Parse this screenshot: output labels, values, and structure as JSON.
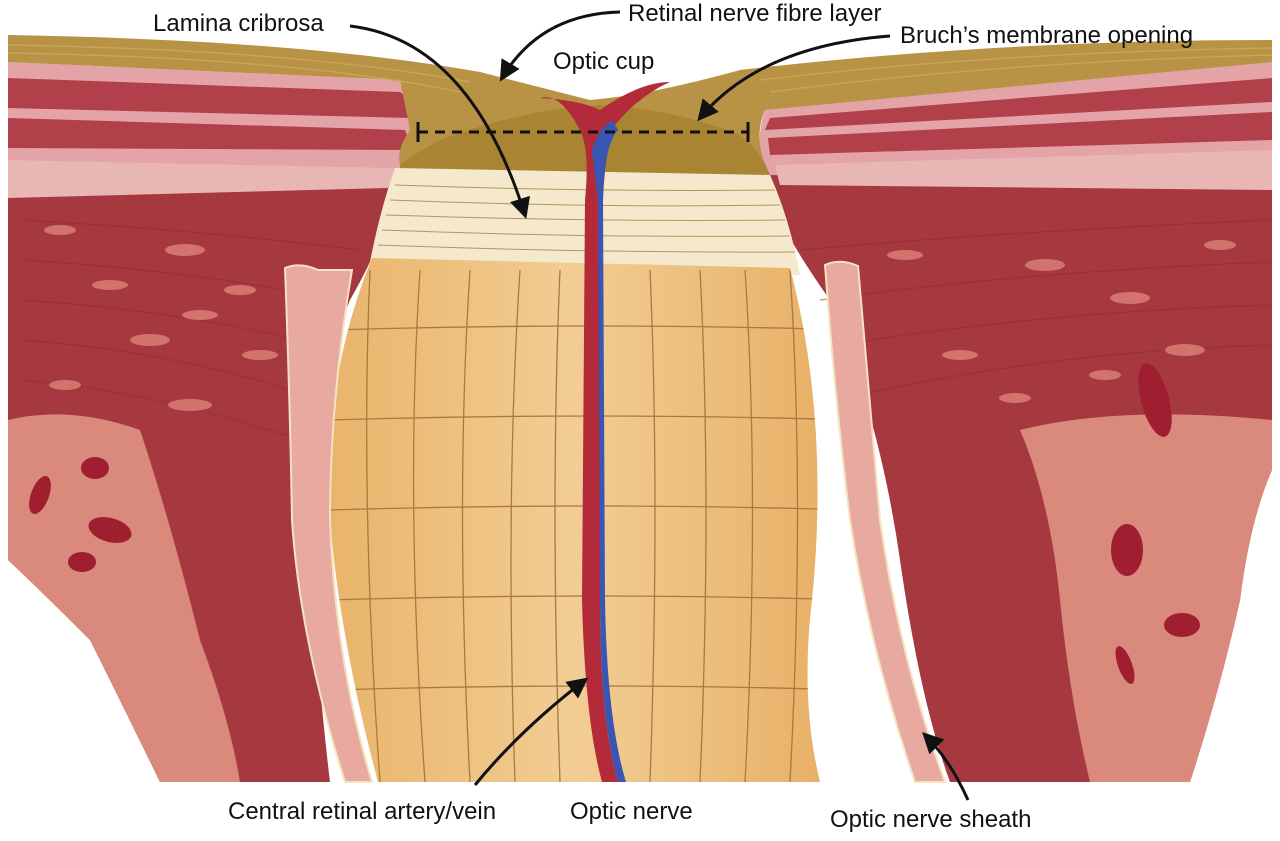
{
  "labels": {
    "lamina_cribrosa": "Lamina cribrosa",
    "retinal_nerve_fibre_layer": "Retinal nerve fibre layer",
    "optic_cup": "Optic cup",
    "bruchs_membrane_opening": "Bruch’s membrane opening",
    "central_retinal_artery_vein": "Central retinal artery/vein",
    "optic_nerve": "Optic nerve",
    "optic_nerve_sheath": "Optic nerve sheath"
  },
  "colors": {
    "sclera": "#a6393f",
    "sclera_dark": "#8d2c34",
    "retina_pink": "#e4a3a6",
    "retina_red": "#b2404a",
    "choroid_band": "#e8b6b4",
    "nerve_fibre": "#b89346",
    "nerve_fibre_stripe": "#caa559",
    "lamina": "#f4e9cc",
    "optic_nerve": "#ecbf7b",
    "optic_nerve_light": "#f3d3a0",
    "sheath": "#e7a9a0",
    "artery": "#b32a3a",
    "vein": "#3a56b4",
    "orbital_fat": "#d98a7c",
    "vessel_dot": "#9f1f30",
    "label_text": "#111111"
  }
}
